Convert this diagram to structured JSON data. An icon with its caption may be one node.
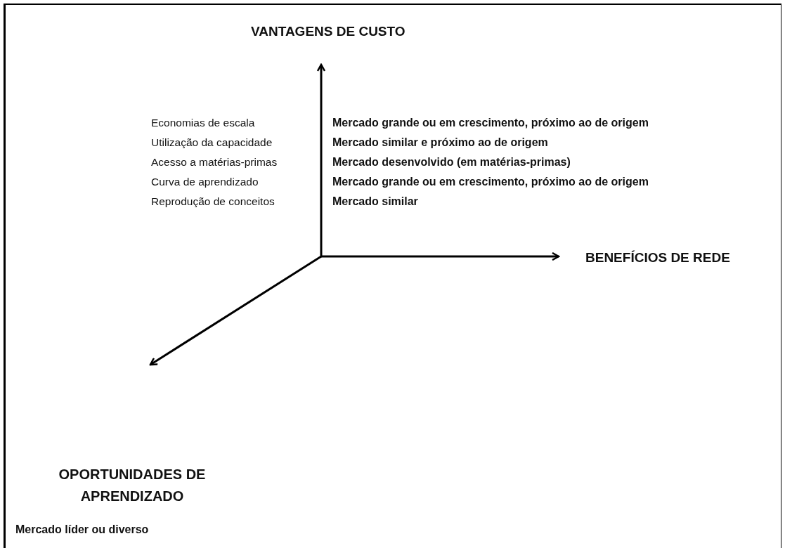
{
  "diagram": {
    "labels": [
      "VANTAGENS DE CUSTO",
      "Economias de escala",
      "Mercado grande ou em crescimento, próximo ao de origem",
      "Utilização da capacidade",
      "Mercado similar e próximo ao de origem",
      "Acesso a matérias-primas",
      "Mercado desenvolvido (em matérias-primas)",
      "Curva de aprendizado",
      "Mercado grande ou em crescimento, próximo ao de origem",
      "Reprodução de conceitos",
      "Mercado similar",
      "BENEFÍCIOS DE REDE",
      "OPORTUNIDADES DE APRENDIZADO",
      "Mercado líder ou diverso"
    ]
  }
}
